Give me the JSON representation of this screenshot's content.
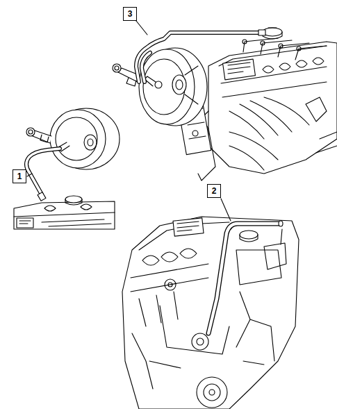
{
  "diagram": {
    "nodes": [
      {
        "text": [
          "3"
        ]
      },
      {
        "text": [
          "1"
        ]
      },
      {
        "text": [
          "2"
        ]
      }
    ]
  }
}
